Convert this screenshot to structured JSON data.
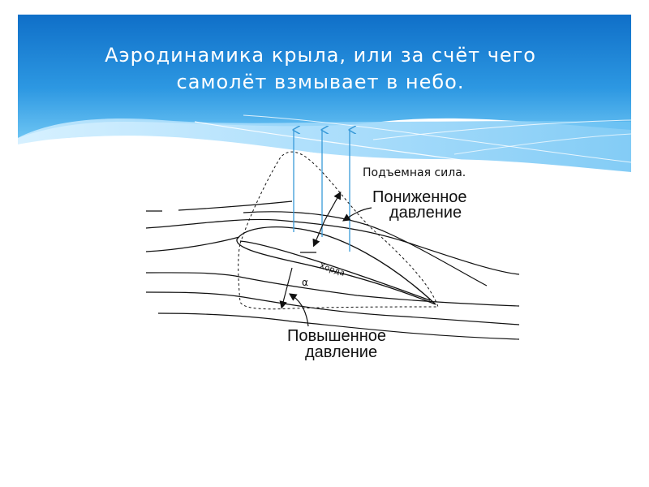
{
  "title": {
    "line1": "Аэродинамика крыла, или за счёт чего",
    "line2": "самолёт взмывает в небо."
  },
  "diagram": {
    "lift_label": "Подъемная сила.",
    "low_pressure_label": {
      "line1": "Пониженное",
      "line2": "давление"
    },
    "high_pressure_label": {
      "line1": "Повышенное",
      "line2": "давление"
    },
    "chord_label": "Хорда",
    "alpha_label": "α"
  },
  "colors": {
    "header_top": "#1178cf",
    "header_bottom": "#4cb5f0",
    "wave_light": "#a8dcfa",
    "lift_arrow": "#3a9bd9"
  }
}
